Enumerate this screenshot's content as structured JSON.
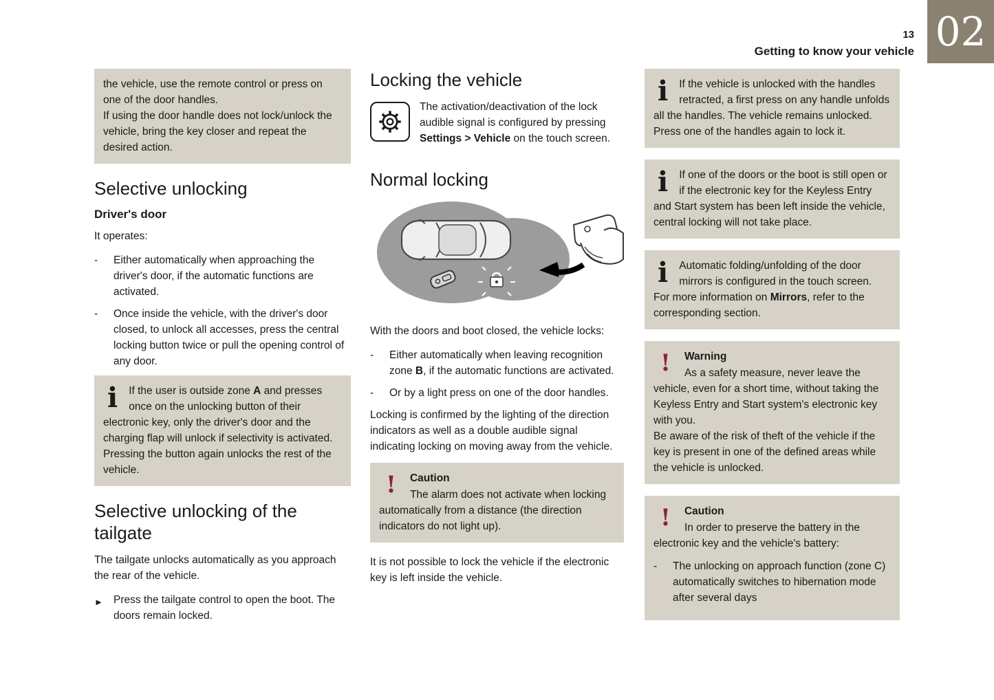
{
  "header": {
    "page_number": "13",
    "section_title": "Getting to know your vehicle",
    "chapter": "02"
  },
  "colors": {
    "box_bg": "#d6d2c7",
    "badge_bg": "#8a8171",
    "alert_red": "#8e2043",
    "ink": "#1a1a1a"
  },
  "icons": {
    "info_glyph": "i",
    "alert_glyph": "!",
    "action_arrow": "►",
    "dash": "-",
    "gear": "gear-icon"
  },
  "col1": {
    "intro_box": {
      "text": "the vehicle, use the remote control or press on one of the door handles.\nIf using the door handle does not lock/unlock the vehicle, bring the key closer and repeat the desired action."
    },
    "selective": {
      "title": "Selective unlocking",
      "subtitle": "Driver's door",
      "lead": "It operates:",
      "bullets": [
        "Either automatically when approaching the driver's door, if the automatic functions are activated.",
        "Once inside the vehicle, with the driver's door closed, to unlock all accesses, press the central locking button twice or pull the opening control of any door."
      ]
    },
    "info_box": {
      "pre": "If the user is outside zone ",
      "bold": "A",
      "post": " and presses once on the unlocking button of their electronic key, only the driver's door and the charging flap will unlock if selectivity is activated. Pressing the button again unlocks the rest of the vehicle."
    },
    "tailgate": {
      "title": "Selective unlocking of the tailgate",
      "body": "The tailgate unlocks automatically as you approach the rear of the vehicle.",
      "action": "Press the tailgate control to open the boot. The doors remain locked."
    }
  },
  "col2": {
    "title": "Locking the vehicle",
    "gear_para": {
      "pre": "The activation/deactivation of the lock audible signal is configured by pressing ",
      "bold": "Settings > Vehicle",
      "post": " on the touch screen."
    },
    "normal_title": "Normal locking",
    "lead": "With the doors and boot closed, the vehicle locks:",
    "bullets": [
      {
        "pre": "Either automatically when leaving recognition zone ",
        "bold": "B",
        "post": ", if the automatic functions are activated."
      },
      {
        "pre": "Or by a light press on one of the door handles.",
        "bold": "",
        "post": ""
      }
    ],
    "confirm": "Locking is confirmed by the lighting of the direction indicators as well as a double audible signal indicating locking on moving away from the vehicle.",
    "caution_box": {
      "title": "Caution",
      "body": "The alarm does not activate when locking automatically from a distance (the direction indicators do not light up)."
    },
    "footer": "It is not possible to lock the vehicle if the electronic key is left inside the vehicle."
  },
  "col3": {
    "info_box1": {
      "text": "If the vehicle is unlocked with the handles retracted, a first press on any handle unfolds all the handles. The vehicle remains unlocked.\nPress one of the handles again to lock it."
    },
    "info_box2": {
      "text": "If one of the doors or the boot is still open or if the electronic key for the Keyless Entry and Start system has been left inside the vehicle, central locking will not take place."
    },
    "info_box3": {
      "pre": "Automatic folding/unfolding of the door mirrors is configured in the touch screen.\nFor more information on ",
      "bold": "Mirrors",
      "post": ", refer to the corresponding section."
    },
    "warning_box": {
      "title": "Warning",
      "body": "As a safety measure, never leave the vehicle, even for a short time, without taking the Keyless Entry and Start system's electronic key with you.\nBe aware of the risk of theft of the vehicle if the key is present in one of the defined areas while the vehicle is unlocked."
    },
    "caution_box": {
      "title": "Caution",
      "body": "In order to preserve the battery in the electronic key and the vehicle's battery:",
      "bullet": "The unlocking on approach function (zone C) automatically switches to hibernation mode after several days"
    }
  }
}
